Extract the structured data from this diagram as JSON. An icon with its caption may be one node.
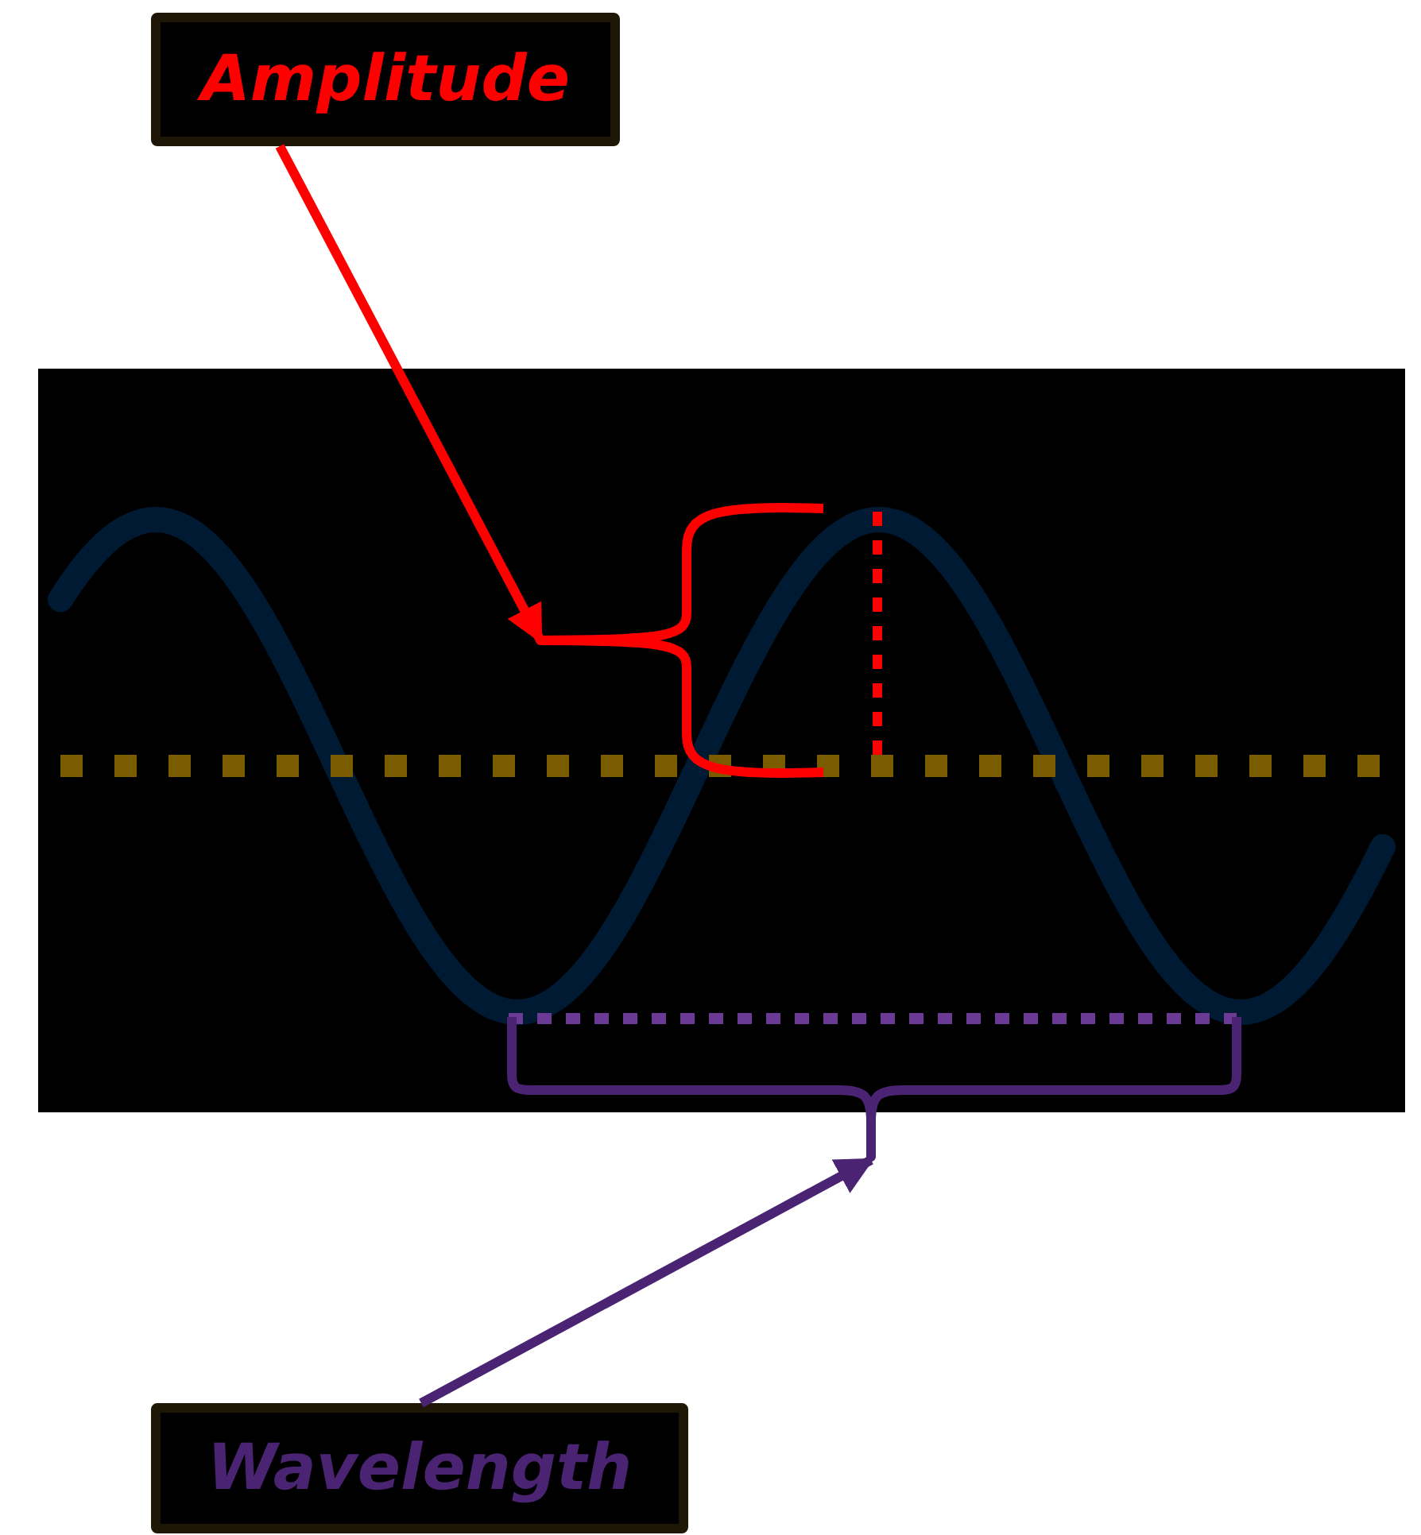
{
  "diagram": {
    "nodes": [
      {
        "text": [
          "Amplitude"
        ]
      },
      {
        "text": [
          "Wavelength"
        ]
      },
      {
        "text": [],
        "shape": "bracket"
      },
      {
        "text": [],
        "shape": "bracket"
      }
    ],
    "edges": [
      {
        "from": 0,
        "to": 2,
        "arrow": "to",
        "color": "#ff0000"
      },
      {
        "from": 1,
        "to": 3,
        "arrow": "to",
        "color": "#4b2373"
      }
    ]
  }
}
